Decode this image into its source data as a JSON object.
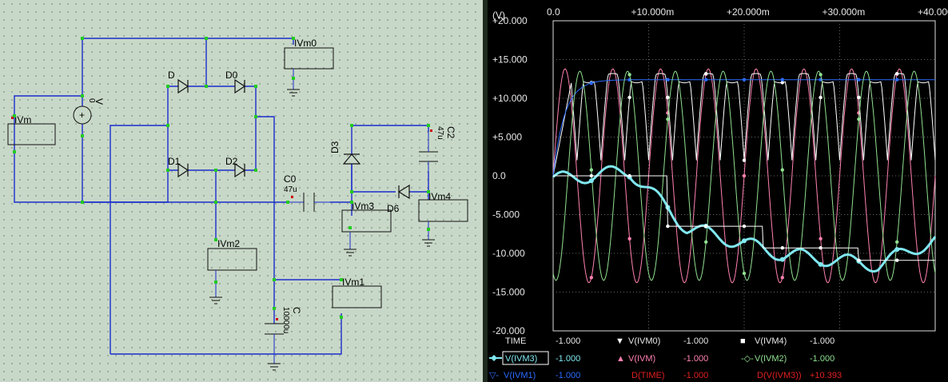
{
  "schematic": {
    "background": "#c8d8c8",
    "wire_color": "#1a2ccc",
    "node_color": "#22cc22",
    "components": {
      "vm": "IVm",
      "vm0": "IVm0",
      "vm1": "IVm1",
      "vm2": "IVm2",
      "vm3": "IVm3",
      "vm4": "IVm4",
      "d": "D",
      "d0": "D0",
      "d1": "D1",
      "d2": "D2",
      "d3": "D3",
      "d6": "D6",
      "v": "V",
      "v_val": "0",
      "c0": "C0",
      "c0_val": "47u",
      "c2": "C2",
      "c2_val": "47u",
      "c": "C",
      "c_val": "10000u",
      "plus": "+",
      "minus": "-"
    }
  },
  "scope": {
    "y_unit": "(V)",
    "y_ticks": [
      "+20.000",
      "+15.000",
      "+10.000",
      "+5.000",
      "0.0",
      "-5.000",
      "-10.000",
      "-15.000",
      "-20.000"
    ],
    "x_ticks": [
      "0.0",
      "+10.000m",
      "+20.000m",
      "+30.000m",
      "+40.000m"
    ],
    "legend": {
      "time": "TIME",
      "time_val": "-1.000",
      "ivm0": "V(IVM0)",
      "ivm0_val": "-1.000",
      "ivm4": "V(IVM4)",
      "ivm4_val": "-1.000",
      "ivm3": "V(IVM3)",
      "ivm3_val": "-1.000",
      "ivm": "V(IVM)",
      "ivm_val": "-1.000",
      "ivm2": "V(IVM2)",
      "ivm2_val": "-1.000",
      "ivm1": "V(IVM1)",
      "ivm1_val": "-1.000",
      "dtime": "D(TIME)",
      "dtime_val": "-1.000",
      "divm3": "D(V(IVM3))",
      "divm3_val": "+10.393"
    }
  },
  "chart_data": {
    "type": "line",
    "xlim": [
      0,
      0.04
    ],
    "ylim": [
      -20,
      20
    ],
    "grid": true,
    "series": [
      {
        "name": "V(IVM)",
        "color": "#ff80b0",
        "kind": "sine",
        "amplitude": 13.8,
        "freq_hz": 200
      },
      {
        "name": "V(IVM0)",
        "color": "#ffffff",
        "kind": "rect-clipped",
        "level": 12.6,
        "freq_hz": 200
      },
      {
        "name": "V(IVM1)",
        "color": "#2a6cff",
        "kind": "charge",
        "level": 12.4
      },
      {
        "name": "V(IVM2)",
        "color": "#90e090",
        "kind": "rect-clipped",
        "level": 12.6,
        "freq_hz": 200
      },
      {
        "name": "V(IVM3)",
        "color": "#80e8f0",
        "kind": "pump",
        "steps": [
          [
            0,
            -0.5
          ],
          [
            0.008,
            0.6
          ],
          [
            0.014,
            -6.7
          ],
          [
            0.024,
            -10.1
          ],
          [
            0.034,
            -11.5
          ],
          [
            0.04,
            -8.2
          ]
        ]
      },
      {
        "name": "V(IVM4)",
        "color": "#ffffff",
        "kind": "stepdown",
        "steps": [
          [
            0,
            0
          ],
          [
            0.012,
            -6.5
          ],
          [
            0.022,
            -9.3
          ],
          [
            0.032,
            -10.9
          ]
        ]
      }
    ]
  }
}
